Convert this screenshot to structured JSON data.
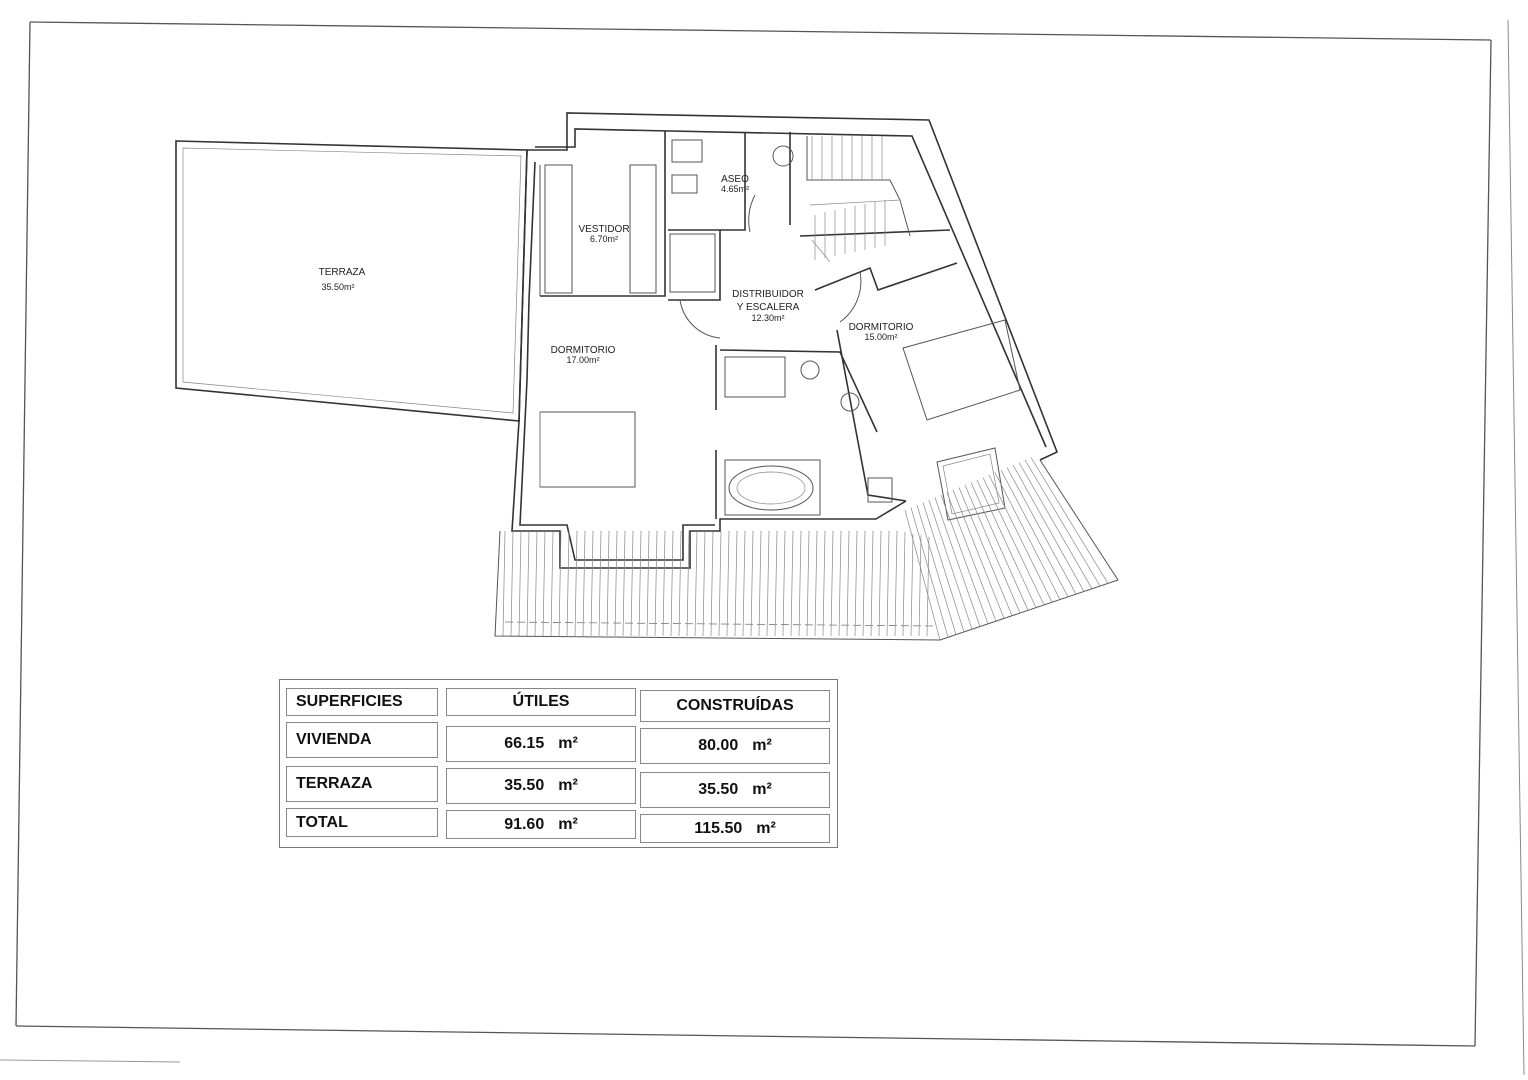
{
  "rooms": {
    "terraza": {
      "name": "TERRAZA",
      "area": "35.50m²"
    },
    "vestidor": {
      "name": "VESTIDOR",
      "area": "6.70m²"
    },
    "aseo": {
      "name": "ASEO",
      "area": "4.65m²"
    },
    "distribuidor": {
      "name_line1": "DISTRIBUIDOR",
      "name_line2": "Y ESCALERA",
      "area": "12.30m²"
    },
    "dormitorio_main": {
      "name": "DORMITORIO",
      "area": "17.00m²"
    },
    "dormitorio_second": {
      "name": "DORMITORIO",
      "area": "15.00m²"
    }
  },
  "table": {
    "headers": [
      "SUPERFICIES",
      "ÚTILES",
      "CONSTRUÍDAS"
    ],
    "rows": [
      {
        "label": "VIVIENDA",
        "utiles": "66.15",
        "construidas": "80.00",
        "unit": "m²"
      },
      {
        "label": "TERRAZA",
        "utiles": "35.50",
        "construidas": "35.50",
        "unit": "m²"
      },
      {
        "label": "TOTAL",
        "utiles": "91.60",
        "construidas": "115.50",
        "unit": "m²"
      }
    ]
  }
}
